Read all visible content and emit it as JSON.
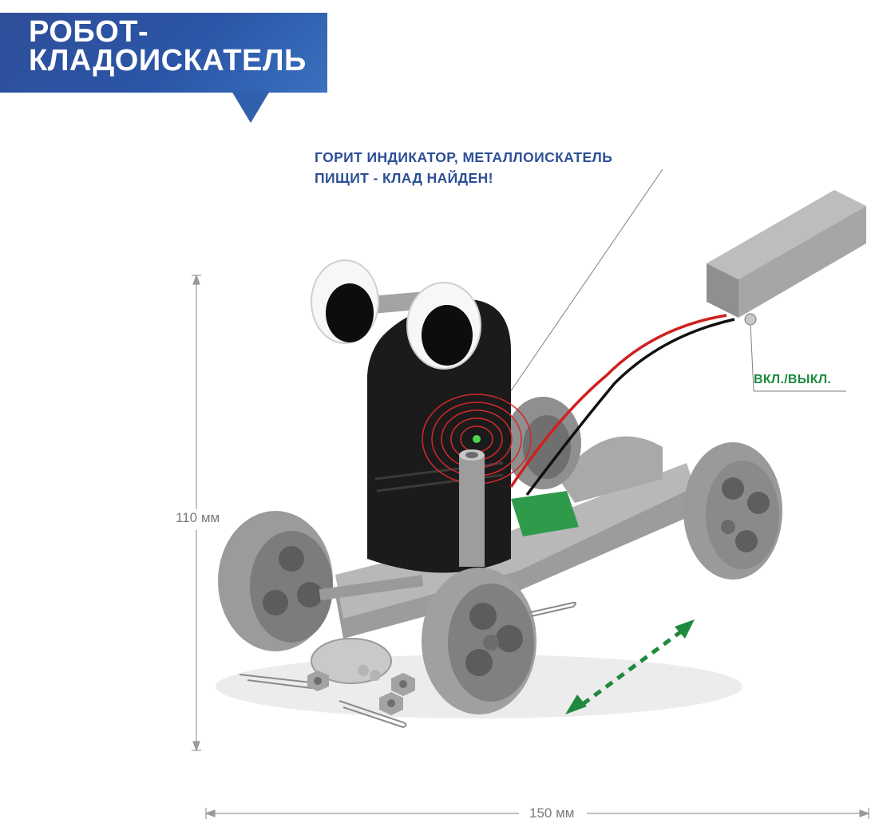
{
  "banner": {
    "line1": "РОБОТ-",
    "line2": "КЛАДОИСКАТЕЛЬ"
  },
  "callout": {
    "line1": "ГОРИТ ИНДИКАТОР,  МЕТАЛЛОИСКАТЕЛЬ",
    "line2": "ПИЩИТ - КЛАД НАЙДЕН!"
  },
  "switch_label": "ВКЛ./ВЫКЛ.",
  "dimensions": {
    "height": "110 мм",
    "width": "150 мм"
  },
  "colors": {
    "banner_blue": "#2b55a6",
    "callout_blue": "#2c4f96",
    "switch_green": "#1e8a3d",
    "arrow_green": "#1e8a3d",
    "signal_red": "#d62828"
  }
}
